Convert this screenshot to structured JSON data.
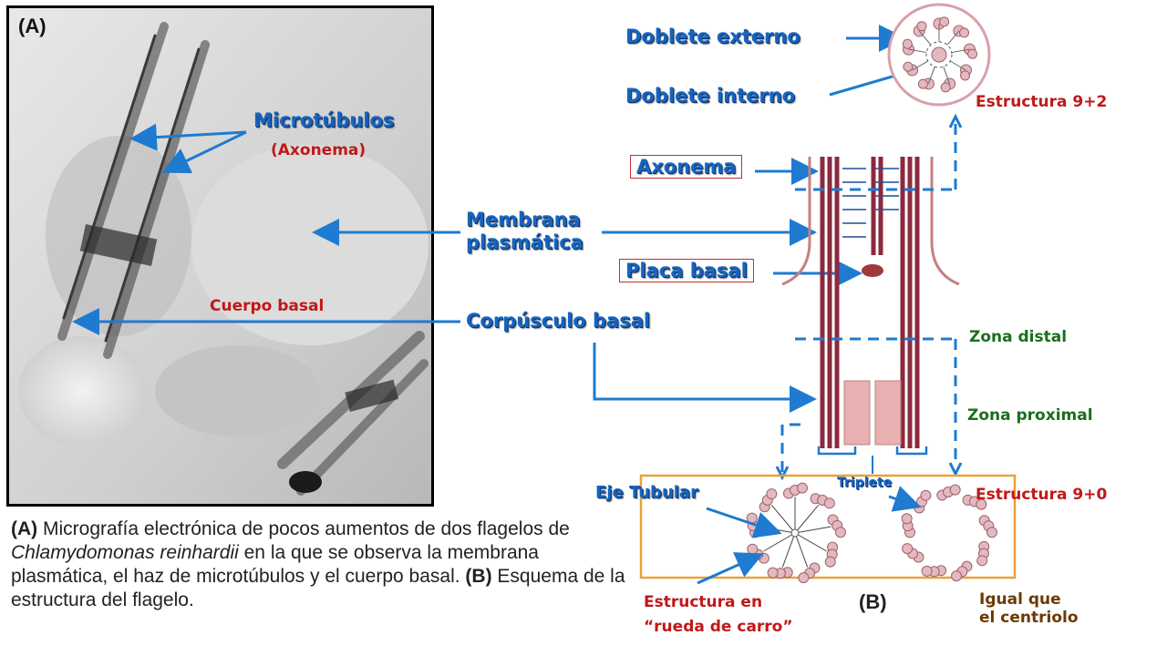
{
  "panel_a": {
    "label": "(A)",
    "microtubulos": "Microtúbulos",
    "axonema_sub": "(Axonema)",
    "cuerpo_basal": "Cuerpo basal"
  },
  "labels": {
    "doblete_externo": "Doblete externo",
    "doblete_interno": "Doblete interno",
    "estructura_92": "Estructura 9+2",
    "axonema": "Axonema",
    "membrana_1": "Membrana",
    "membrana_2": "plasmática",
    "placa_basal": "Placa basal",
    "corpusculo_basal": "Corpúsculo basal",
    "zona_distal": "Zona distal",
    "zona_proximal": "Zona proximal",
    "triplete": "Triplete",
    "eje_tubular": "Eje Tubular",
    "estructura_90": "Estructura 9+0",
    "rueda_1": "Estructura en",
    "rueda_2": "“rueda de carro”",
    "panel_b": "(B)",
    "igual_1": "Igual que",
    "igual_2": "el centriolo"
  },
  "caption": {
    "p1": "(A)",
    "p2": " Micrografía electrónica de pocos aumentos de dos flagelos de ",
    "species": "Chlamydomonas reinhardii",
    "p3": " en la que se observa la membrana plasmática, el haz de microtúbulos y el cuerpo basal. ",
    "p4": "(B)",
    "p5": " Esquema de la estructura del flagelo."
  },
  "colors": {
    "blue_label": "#1565c0",
    "red_label": "#c01818",
    "green_label": "#1c6e1c",
    "arrow": "#1e7bd0",
    "tubule": "#8b2a3e",
    "box_orange": "#e8a23a",
    "ring": "#d9a0a8"
  }
}
